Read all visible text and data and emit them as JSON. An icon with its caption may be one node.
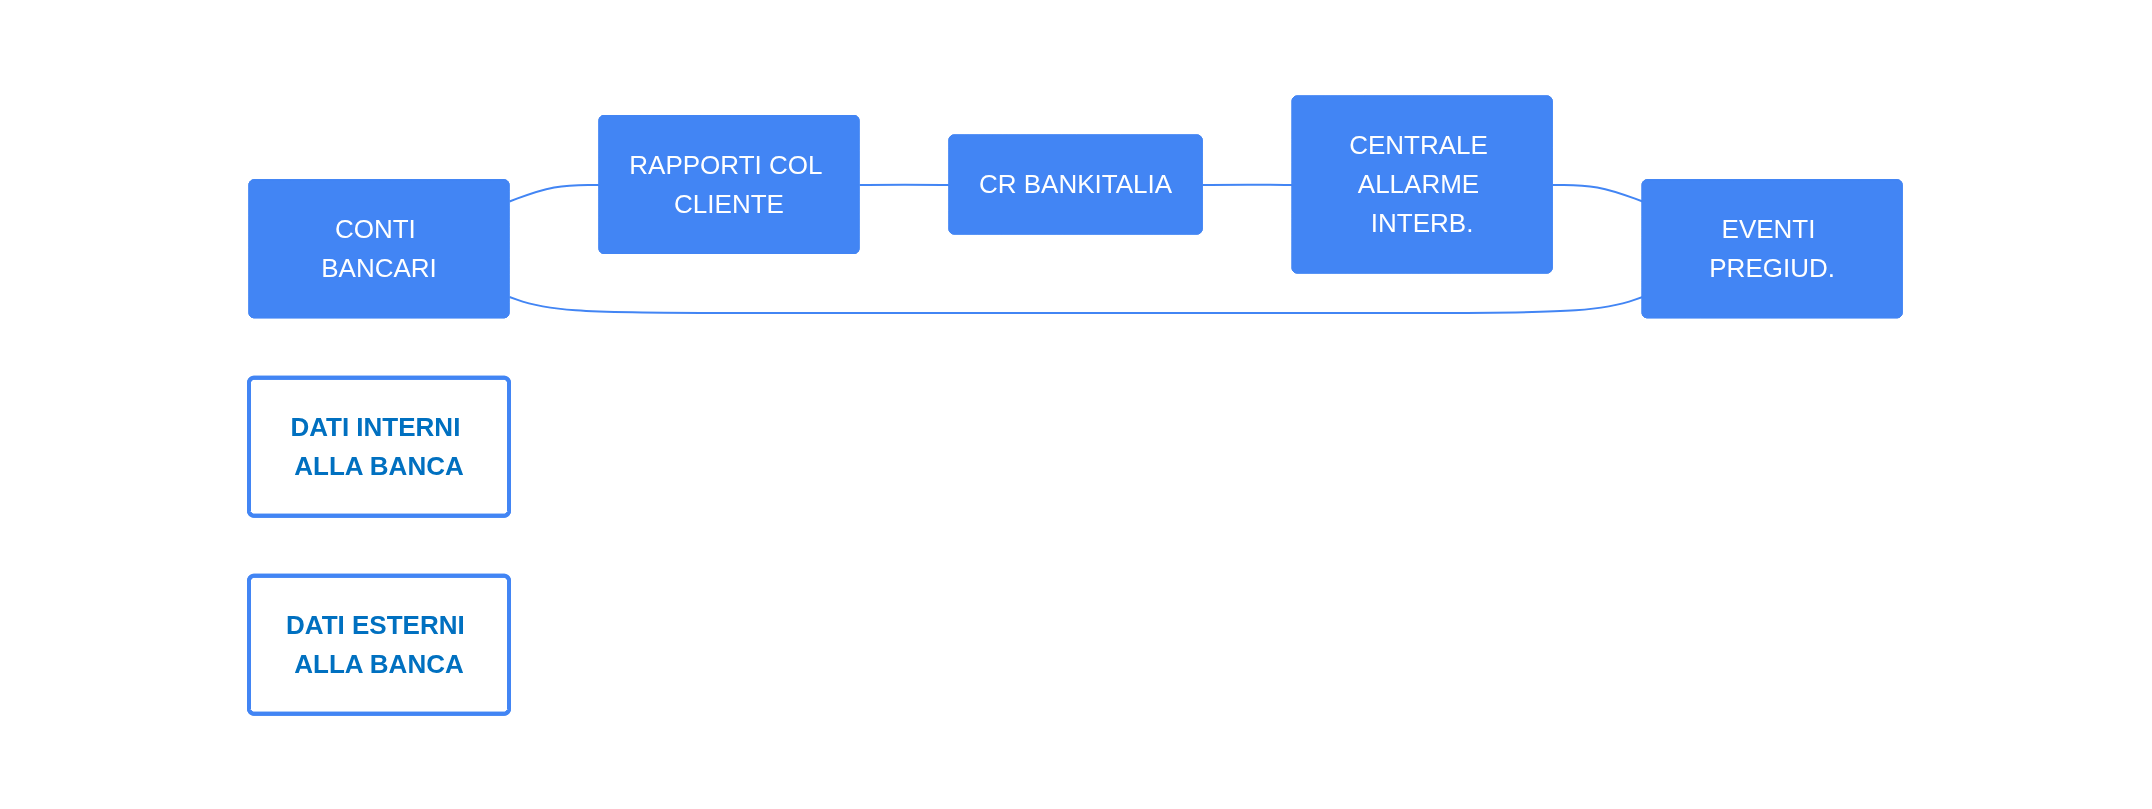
{
  "diagram": {
    "nodes": [
      {
        "text": [
          "CONTI BANCARI"
        ]
      },
      {
        "text": [
          "DATI INTERNI ALLA BANCA"
        ]
      },
      {
        "text": [
          "EVENTI PREGIUD."
        ]
      },
      {
        "text": [
          "RAPPORTI COL CLIENTE"
        ]
      },
      {
        "text": [
          "DATI ESTERNI ALLA BANCA"
        ]
      },
      {
        "text": [
          "CENTRALE ALLARME INTERB."
        ]
      },
      {
        "text": [
          "CR BANKITALIA"
        ]
      }
    ],
    "edges": [
      {
        "from": 0,
        "to": 3,
        "arrow": "none"
      },
      {
        "from": 3,
        "to": 6,
        "arrow": "none"
      },
      {
        "from": 6,
        "to": 5,
        "arrow": "none"
      },
      {
        "from": 5,
        "to": 2,
        "arrow": "none"
      },
      {
        "from": 2,
        "to": 0,
        "arrow": "none"
      }
    ]
  }
}
